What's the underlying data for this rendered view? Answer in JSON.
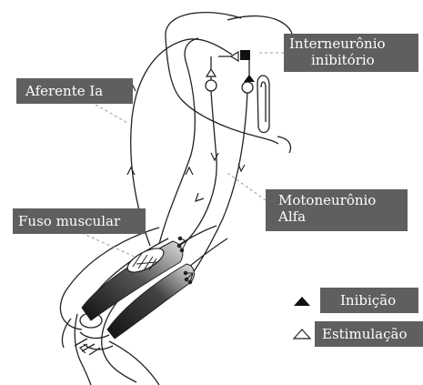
{
  "labels": {
    "interneuron_line1": "Interneurônio",
    "interneuron_line2": "inibitório",
    "afferent": "Aferente Ia",
    "spindle": "Fuso muscular",
    "motoneuron_line1": "Motoneurônio",
    "motoneuron_line2": "Alfa"
  },
  "legend": [
    {
      "symbol": "filled-triangle",
      "label": "Inibição"
    },
    {
      "symbol": "open-triangle",
      "label": "Estimulação"
    }
  ],
  "colors": {
    "label_background": "#5f5f5f",
    "label_text": "#ffffff",
    "line": "#222222"
  }
}
